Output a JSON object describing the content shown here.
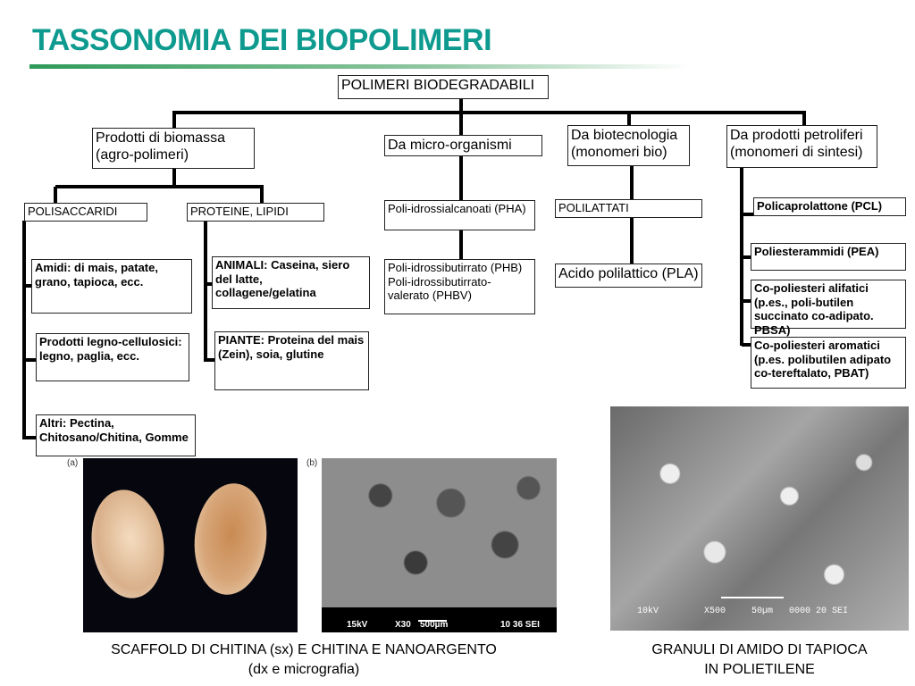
{
  "title": "TASSONOMIA DEI BIOPOLIMERI",
  "diagram": {
    "root": "POLIMERI BIODEGRADABILI",
    "level1": [
      "Prodotti di biomassa (agro-polimeri)",
      "Da micro-organismi",
      "Da biotecnologia (monomeri bio)",
      "Da prodotti petroliferi (monomeri di sintesi)"
    ],
    "biomassa": {
      "polisaccaridi": "POLISACCARIDI",
      "proteine": "PROTEINE, LIPIDI",
      "amidi": "Amidi: di mais, patate, grano, tapioca, ecc.",
      "legno": "Prodotti legno-cellulosici: legno, paglia, ecc.",
      "altri": "Altri: Pectina, Chitosano/Chitina, Gomme",
      "animali": "ANIMALI: Caseina, siero del latte, collagene/gelatina",
      "piante": "PIANTE: Proteina del mais (Zein), soia, glutine"
    },
    "micro": {
      "pha": "Poli-idrossialcanoati (PHA)",
      "phb": "Poli-idrossibutirrato (PHB) Poli-idrossibutirrato-valerato (PHBV)"
    },
    "biotec": {
      "polilattati": "POLILATTATI",
      "pla": "Acido polilattico (PLA)"
    },
    "petro": {
      "pcl": "Policaprolattone (PCL)",
      "pea": "Poliesterammidi (PEA)",
      "alifatici": "Co-poliesteri alifatici (p.es., poli-butilen succinato co-adipato. PBSA)",
      "aromatici": "Co-poliesteri aromatici (p.es. polibutilen adipato co-tereftalato, PBAT)"
    }
  },
  "figures": {
    "a_label": "(a)",
    "b_label": "(b)",
    "sem1": {
      "kv": "15kV",
      "mag": "X30",
      "scale": "500µm",
      "code": "10 36 SEI"
    },
    "sem2": {
      "kv": "10kV",
      "mag": "X500",
      "scale": "50µm",
      "code": "0000 20 SEI"
    },
    "caption_left_1": "SCAFFOLD DI CHITINA (sx) E CHITINA E NANOARGENTO",
    "caption_left_2": "(dx e micrografia)",
    "caption_right_1": "GRANULI DI AMIDO DI TAPIOCA",
    "caption_right_2": "IN POLIETILENE"
  }
}
